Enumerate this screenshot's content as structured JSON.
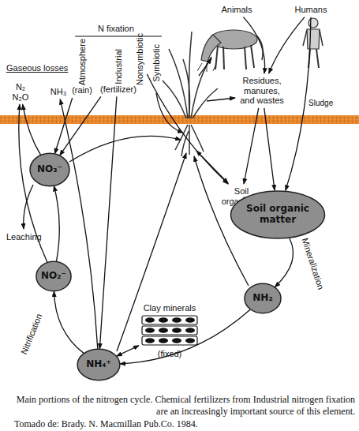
{
  "diagram": {
    "caption": "Main portions of the nitrogen cycle. Chemical fertilizers from Industrial nitrogen fixation are an increasingly important source of this element.",
    "nodes": [
      {
        "text": [
          "N₂",
          "N₂O"
        ]
      },
      {
        "text": [
          "NH₃"
        ]
      },
      {
        "text": [
          "Atmosphere",
          "(rain)"
        ]
      },
      {
        "text": [
          "Industrial",
          "(fertilizer)"
        ]
      },
      {
        "text": [
          "Nonsymbiotic"
        ]
      },
      {
        "text": [
          "Symbiotic"
        ]
      },
      {
        "text": [
          "Animals"
        ]
      },
      {
        "text": [
          "Humans"
        ]
      },
      {
        "text": [
          "Residues, manures, and wastes"
        ]
      },
      {
        "text": [
          "Soil organisms"
        ]
      },
      {
        "text": [
          "Soil organic matter"
        ]
      },
      {
        "text": [
          "NO₃⁻"
        ]
      },
      {
        "text": [
          "NO₂⁻"
        ]
      },
      {
        "text": [
          "Clay minerals",
          "(fixed)"
        ]
      },
      {
        "text": [
          "NH₂"
        ]
      },
      {
        "text": [
          "NH₄⁺"
        ]
      }
    ],
    "edges": [
      {
        "from": 11,
        "to": 0,
        "arrow": "to"
      },
      {
        "from": 12,
        "to": 0,
        "arrow": "to"
      },
      {
        "from": 15,
        "to": 1,
        "arrow": "to"
      },
      {
        "from": 2,
        "to": 11,
        "arrow": "to"
      },
      {
        "from": 3,
        "to": 15,
        "arrow": "to"
      },
      {
        "from": 3,
        "to": 11,
        "arrow": "to"
      },
      {
        "from": 4,
        "to": 9,
        "arrow": "to"
      },
      {
        "from": 6,
        "to": 8,
        "arrow": "to"
      },
      {
        "from": 7,
        "to": 8,
        "arrow": "to"
      },
      {
        "from": 7,
        "to": 10,
        "label": "Sludge",
        "arrow": "to"
      },
      {
        "from": 8,
        "to": 9,
        "arrow": "to"
      },
      {
        "from": 8,
        "to": 10,
        "arrow": "to"
      },
      {
        "from": 9,
        "to": 10,
        "arrow": "to"
      },
      {
        "from": 10,
        "to": 14,
        "arrow": "to"
      },
      {
        "from": 14,
        "to": 15,
        "arrow": "to"
      },
      {
        "from": 15,
        "to": 12,
        "arrow": "to"
      },
      {
        "from": 12,
        "to": 11,
        "arrow": "to"
      },
      {
        "from": 15,
        "to": 13,
        "arrow": "both"
      }
    ],
    "labels": [
      "Gaseous losses",
      "N fixation",
      "Leaching",
      "Nitrification",
      "Mineralization",
      "Tomado de: Brady. N. Macmillan Pub.Co. 1984."
    ]
  }
}
